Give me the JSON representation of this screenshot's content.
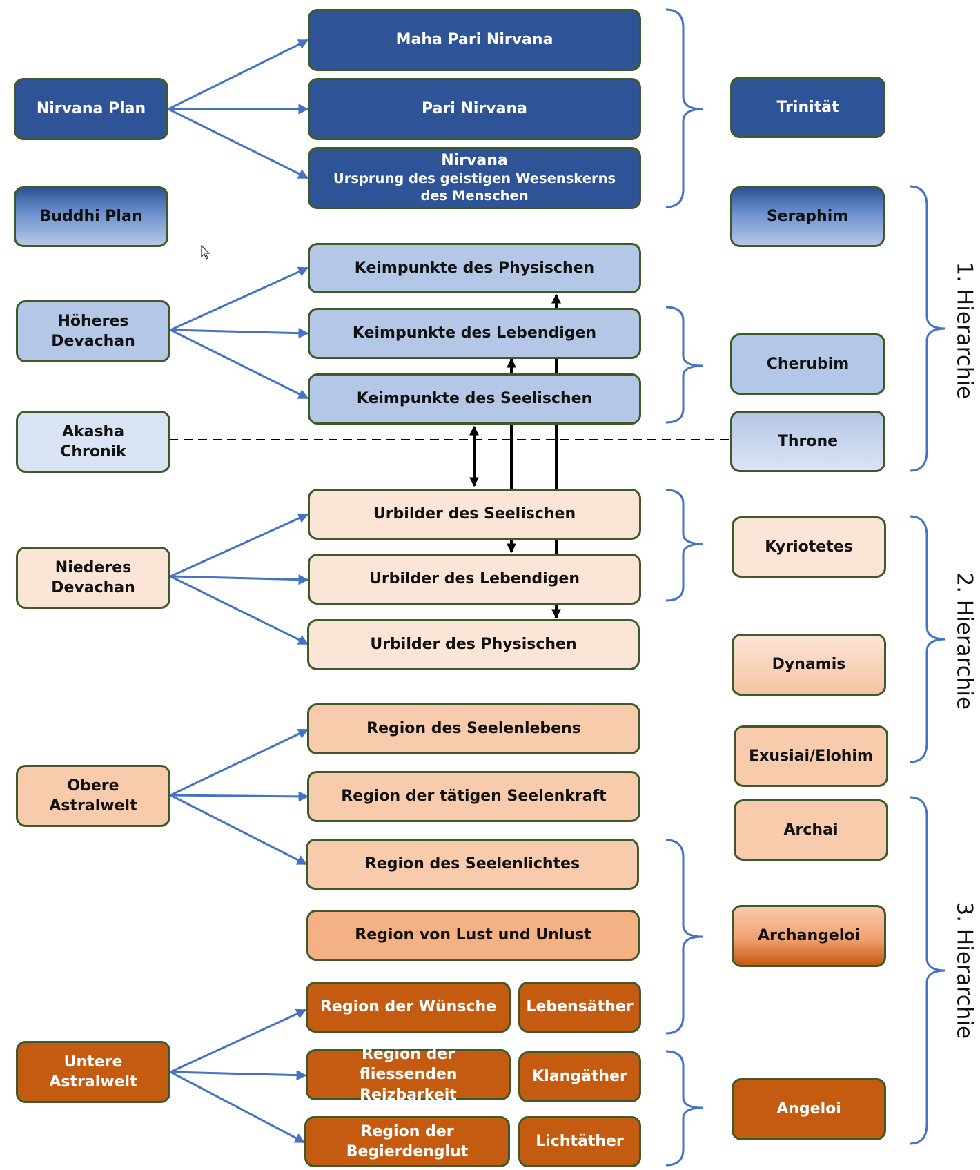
{
  "planes": {
    "nirvana": "Nirvana Plan",
    "buddhi": "Buddhi Plan",
    "hoeheres": [
      "Höheres",
      "Devachan"
    ],
    "akasha": [
      "Akasha",
      "Chronik"
    ],
    "niederes": [
      "Niederes",
      "Devachan"
    ],
    "obere": [
      "Obere",
      "Astralwelt"
    ],
    "untere": [
      "Untere",
      "Astralwelt"
    ]
  },
  "regions": {
    "maha": "Maha Pari Nirvana",
    "pari": "Pari Nirvana",
    "nirvana_title": "Nirvana",
    "nirvana_sub": "Ursprung des geistigen Wesenskerns des Menschen",
    "k_phys": "Keimpunkte des Physischen",
    "k_leb": "Keimpunkte des Lebendigen",
    "k_seel": "Keimpunkte des Seelischen",
    "u_seel": "Urbilder des Seelischen",
    "u_leb": "Urbilder des Lebendigen",
    "u_phys": "Urbilder des Physischen",
    "r_seelenleben": "Region des Seelenlebens",
    "r_taetig": "Region der tätigen Seelenkraft",
    "r_seelenlicht": "Region des Seelenlichtes",
    "r_lust": "Region von Lust und Unlust",
    "r_wuensche": "Region der Wünsche",
    "r_reiz": [
      "Region der fliessenden",
      "Reizbarkeit"
    ],
    "r_begier": [
      "Region der",
      "Begierdenglut"
    ]
  },
  "ethers": {
    "leben": "Lebensäther",
    "klang": "Klangäther",
    "licht": "Lichtäther"
  },
  "beings": {
    "trinitaet": "Trinität",
    "seraphim": "Seraphim",
    "cherubim": "Cherubim",
    "throne": "Throne",
    "kyriotetes": "Kyriotetes",
    "dynamis": "Dynamis",
    "exusiai": "Exusiai/Elohim",
    "archai": "Archai",
    "archangeloi": "Archangeloi",
    "angeloi": "Angeloi"
  },
  "hierarchies": {
    "h1": "1. Hierarchie",
    "h2": "2. Hierarchie",
    "h3": "3. Hierarchie"
  },
  "colors": {
    "arrow": "#4472c4",
    "navy": "#2e5497",
    "light_blue": "#b4c7e7",
    "pale_blue": "#dae3f3",
    "cream": "#fbe5d6",
    "peach": "#f8cbad",
    "salmon": "#f4b183",
    "rust": "#c55a11",
    "border": "#3d5a2a"
  }
}
